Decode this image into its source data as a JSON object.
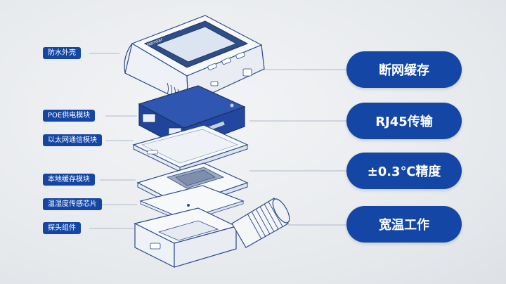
{
  "left_labels": [
    "防水外壳",
    "POE供电模块",
    "以太网通信模块",
    "本地缓存模块",
    "温湿度传感芯片",
    "探头组件"
  ],
  "features": [
    "断网缓存",
    "RJ45传输",
    "±0.3℃精度",
    "宽温工作"
  ],
  "device": {
    "brand": "Hamsar",
    "model": "H-TH"
  },
  "colors": {
    "accent": "#1346a5",
    "line": "#2b4a8a",
    "background": "#e9ecef"
  }
}
